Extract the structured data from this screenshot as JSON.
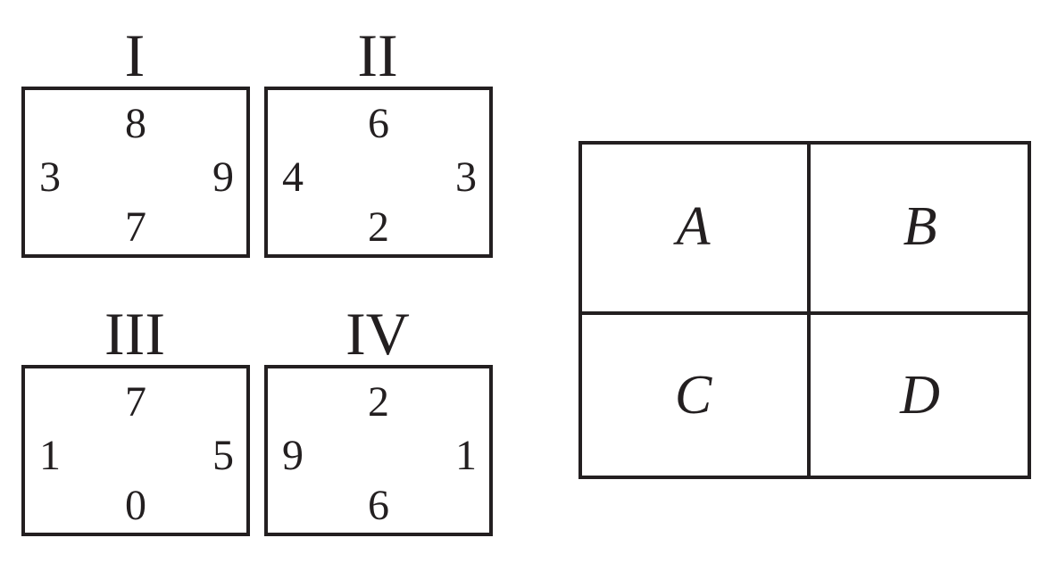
{
  "tiles": [
    {
      "label": "I",
      "top": "8",
      "left": "3",
      "right": "9",
      "bottom": "7"
    },
    {
      "label": "II",
      "top": "6",
      "left": "4",
      "right": "3",
      "bottom": "2"
    },
    {
      "label": "III",
      "top": "7",
      "left": "1",
      "right": "5",
      "bottom": "0"
    },
    {
      "label": "IV",
      "top": "2",
      "left": "9",
      "right": "1",
      "bottom": "6"
    }
  ],
  "grid": {
    "cells": [
      "A",
      "B",
      "C",
      "D"
    ]
  }
}
